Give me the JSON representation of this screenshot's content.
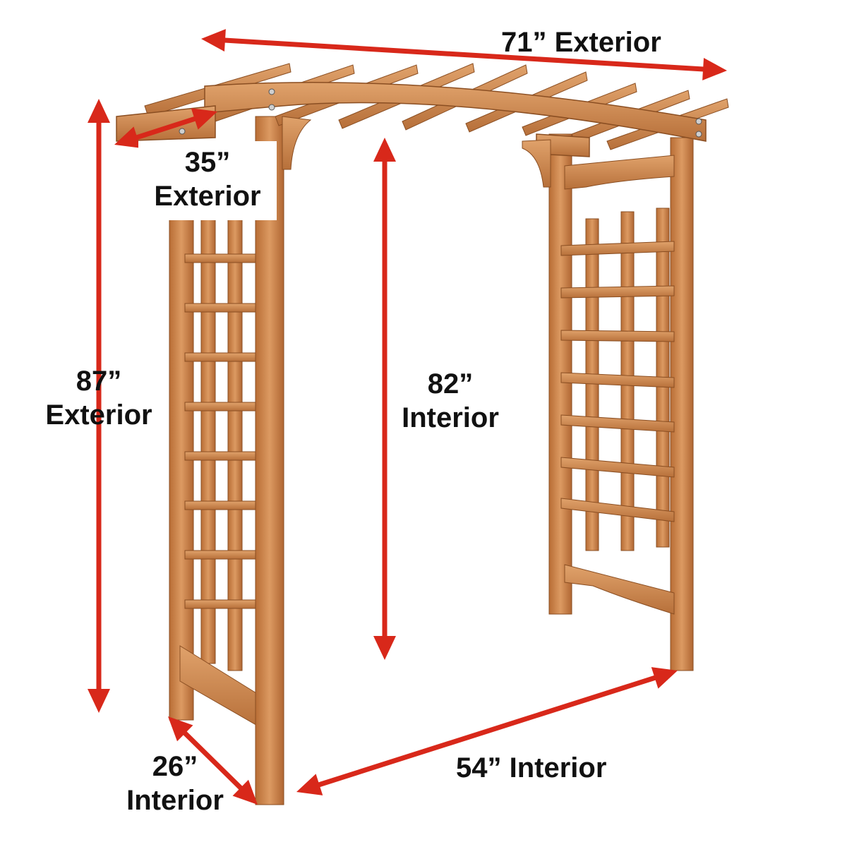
{
  "colors": {
    "arrow": "#d8281a",
    "wood_light": "#d9955c",
    "wood_mid": "#c47a3e",
    "wood_dark": "#9a5a2a",
    "text": "#111111"
  },
  "dimensions": {
    "top_width": {
      "value": "71”",
      "label": "Exterior"
    },
    "top_depth": {
      "value": "35”",
      "label": "Exterior"
    },
    "height_exterior": {
      "value": "87”",
      "label": "Exterior"
    },
    "height_interior": {
      "value": "82”",
      "label": "Interior"
    },
    "base_depth": {
      "value": "26”",
      "label": "Interior"
    },
    "base_width": {
      "value": "54”",
      "label": "Interior"
    }
  }
}
